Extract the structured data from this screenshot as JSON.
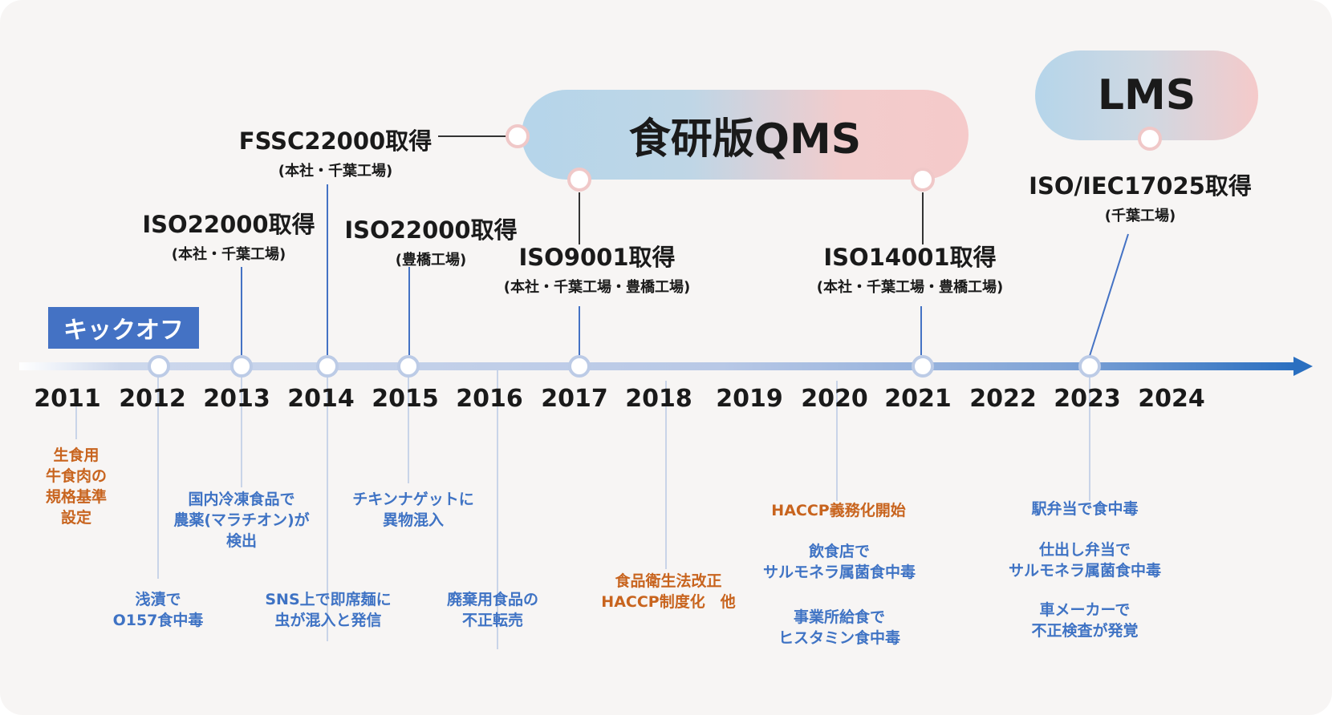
{
  "kickoff": {
    "label": "キックオフ"
  },
  "pills": {
    "qms": "食研版QMS",
    "lms": "LMS"
  },
  "years": [
    "2011",
    "2012",
    "2013",
    "2014",
    "2015",
    "2016",
    "2017",
    "2018",
    "2019",
    "2020",
    "2021",
    "2022",
    "2023",
    "2024"
  ],
  "milestones": [
    {
      "title": "ISO22000取得",
      "sub": "(本社・千葉工場)"
    },
    {
      "title": "FSSC22000取得",
      "sub": "(本社・千葉工場)"
    },
    {
      "title": "ISO22000取得",
      "sub": "(豊橋工場)"
    },
    {
      "title": "ISO9001取得",
      "sub": "(本社・千葉工場・豊橋工場)"
    },
    {
      "title": "ISO14001取得",
      "sub": "(本社・千葉工場・豊橋工場)"
    },
    {
      "title": "ISO/IEC17025取得",
      "sub": "(千葉工場)"
    }
  ],
  "events": [
    {
      "lines": [
        "生食用",
        "牛食肉の",
        "規格基準",
        "設定"
      ],
      "color": "orange"
    },
    {
      "lines": [
        "浅漬で",
        "O157食中毒"
      ],
      "color": "blue"
    },
    {
      "lines": [
        "国内冷凍食品で",
        "農薬(マラチオン)が",
        "検出"
      ],
      "color": "blue"
    },
    {
      "lines": [
        "SNS上で即席麺に",
        "虫が混入と発信"
      ],
      "color": "blue"
    },
    {
      "lines": [
        "チキンナゲットに",
        "異物混入"
      ],
      "color": "blue"
    },
    {
      "lines": [
        "廃棄用食品の",
        "不正転売"
      ],
      "color": "blue"
    },
    {
      "lines": [
        "食品衛生法改正",
        "HACCP制度化　他"
      ],
      "color": "orange"
    },
    {
      "lines": [
        "HACCP義務化開始"
      ],
      "color": "orange"
    },
    {
      "lines": [
        "飲食店で",
        "サルモネラ属菌食中毒"
      ],
      "color": "blue"
    },
    {
      "lines": [
        "事業所給食で",
        "ヒスタミン食中毒"
      ],
      "color": "blue"
    },
    {
      "lines": [
        "駅弁当で食中毒"
      ],
      "color": "blue"
    },
    {
      "lines": [
        "仕出し弁当で",
        "サルモネラ属菌食中毒"
      ],
      "color": "blue"
    },
    {
      "lines": [
        "車メーカーで",
        "不正検査が発覚"
      ],
      "color": "blue"
    }
  ],
  "colors": {
    "axis_end": "#2a6fc0",
    "event_blue": "#3f73c4",
    "event_orange": "#c8641e",
    "kickoff_bg": "#4472c4",
    "marker_ring": "#f0c8c8"
  }
}
